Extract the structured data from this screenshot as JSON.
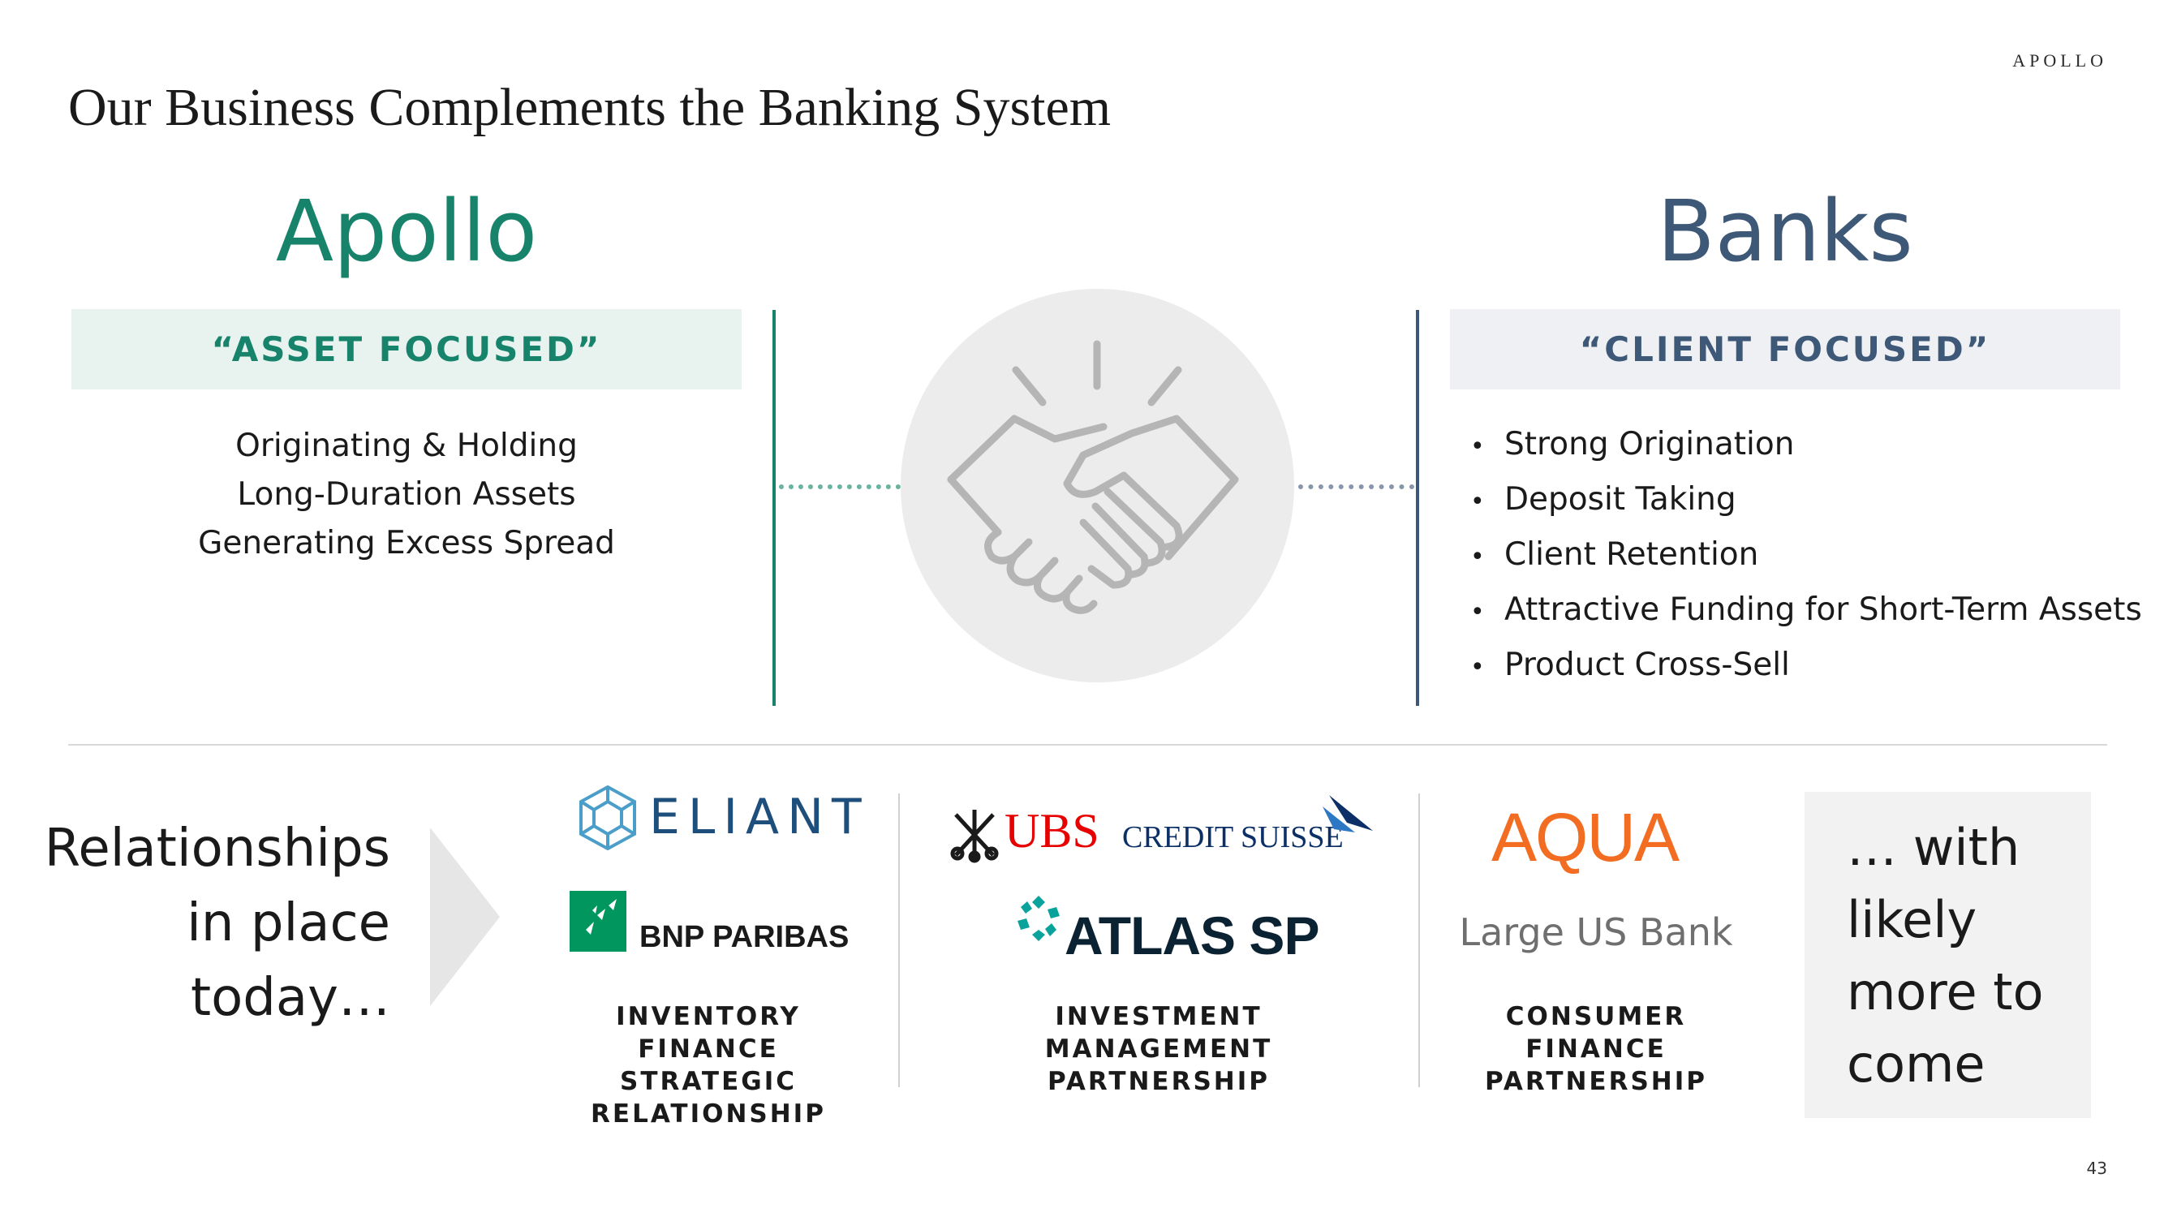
{
  "brand": "APOLLO",
  "title": "Our Business Complements the Banking System",
  "apollo": {
    "heading": "Apollo",
    "band": "“ASSET FOCUSED”",
    "lines": [
      "Originating & Holding",
      "Long-Duration Assets",
      "Generating Excess Spread"
    ]
  },
  "banks": {
    "heading": "Banks",
    "band": "“CLIENT FOCUSED”",
    "bullets": [
      "Strong Origination",
      "Deposit Taking",
      "Client Retention",
      "Attractive Funding for Short-Term Assets",
      "Product Cross-Sell"
    ]
  },
  "relationships": {
    "lines": [
      "Relationships",
      "in place",
      "today…"
    ],
    "groups": [
      {
        "logos": [
          "ELIANT",
          "BNP PARIBAS"
        ],
        "caption": "INVENTORY FINANCE\nSTRATEGIC\nRELATIONSHIP"
      },
      {
        "logos": [
          "UBS",
          "CREDIT SUISSE",
          "ATLAS SP"
        ],
        "caption": "INVESTMENT\nMANAGEMENT\nPARTNERSHIP"
      },
      {
        "logos": [
          "AQUA",
          "Large US Bank"
        ],
        "caption": "CONSUMER\nFINANCE\nPARTNERSHIP"
      }
    ],
    "more": "… with\nlikely\nmore to\ncome"
  },
  "page_number": "43",
  "colors": {
    "apollo_green": "#17836b",
    "banks_blue": "#3e5878",
    "aqua_orange": "#f26c21",
    "ubs_red": "#e60000",
    "bnp_green": "#00965e"
  },
  "icons": {
    "center": "handshake-icon",
    "arrow": "chevron-right-icon"
  }
}
